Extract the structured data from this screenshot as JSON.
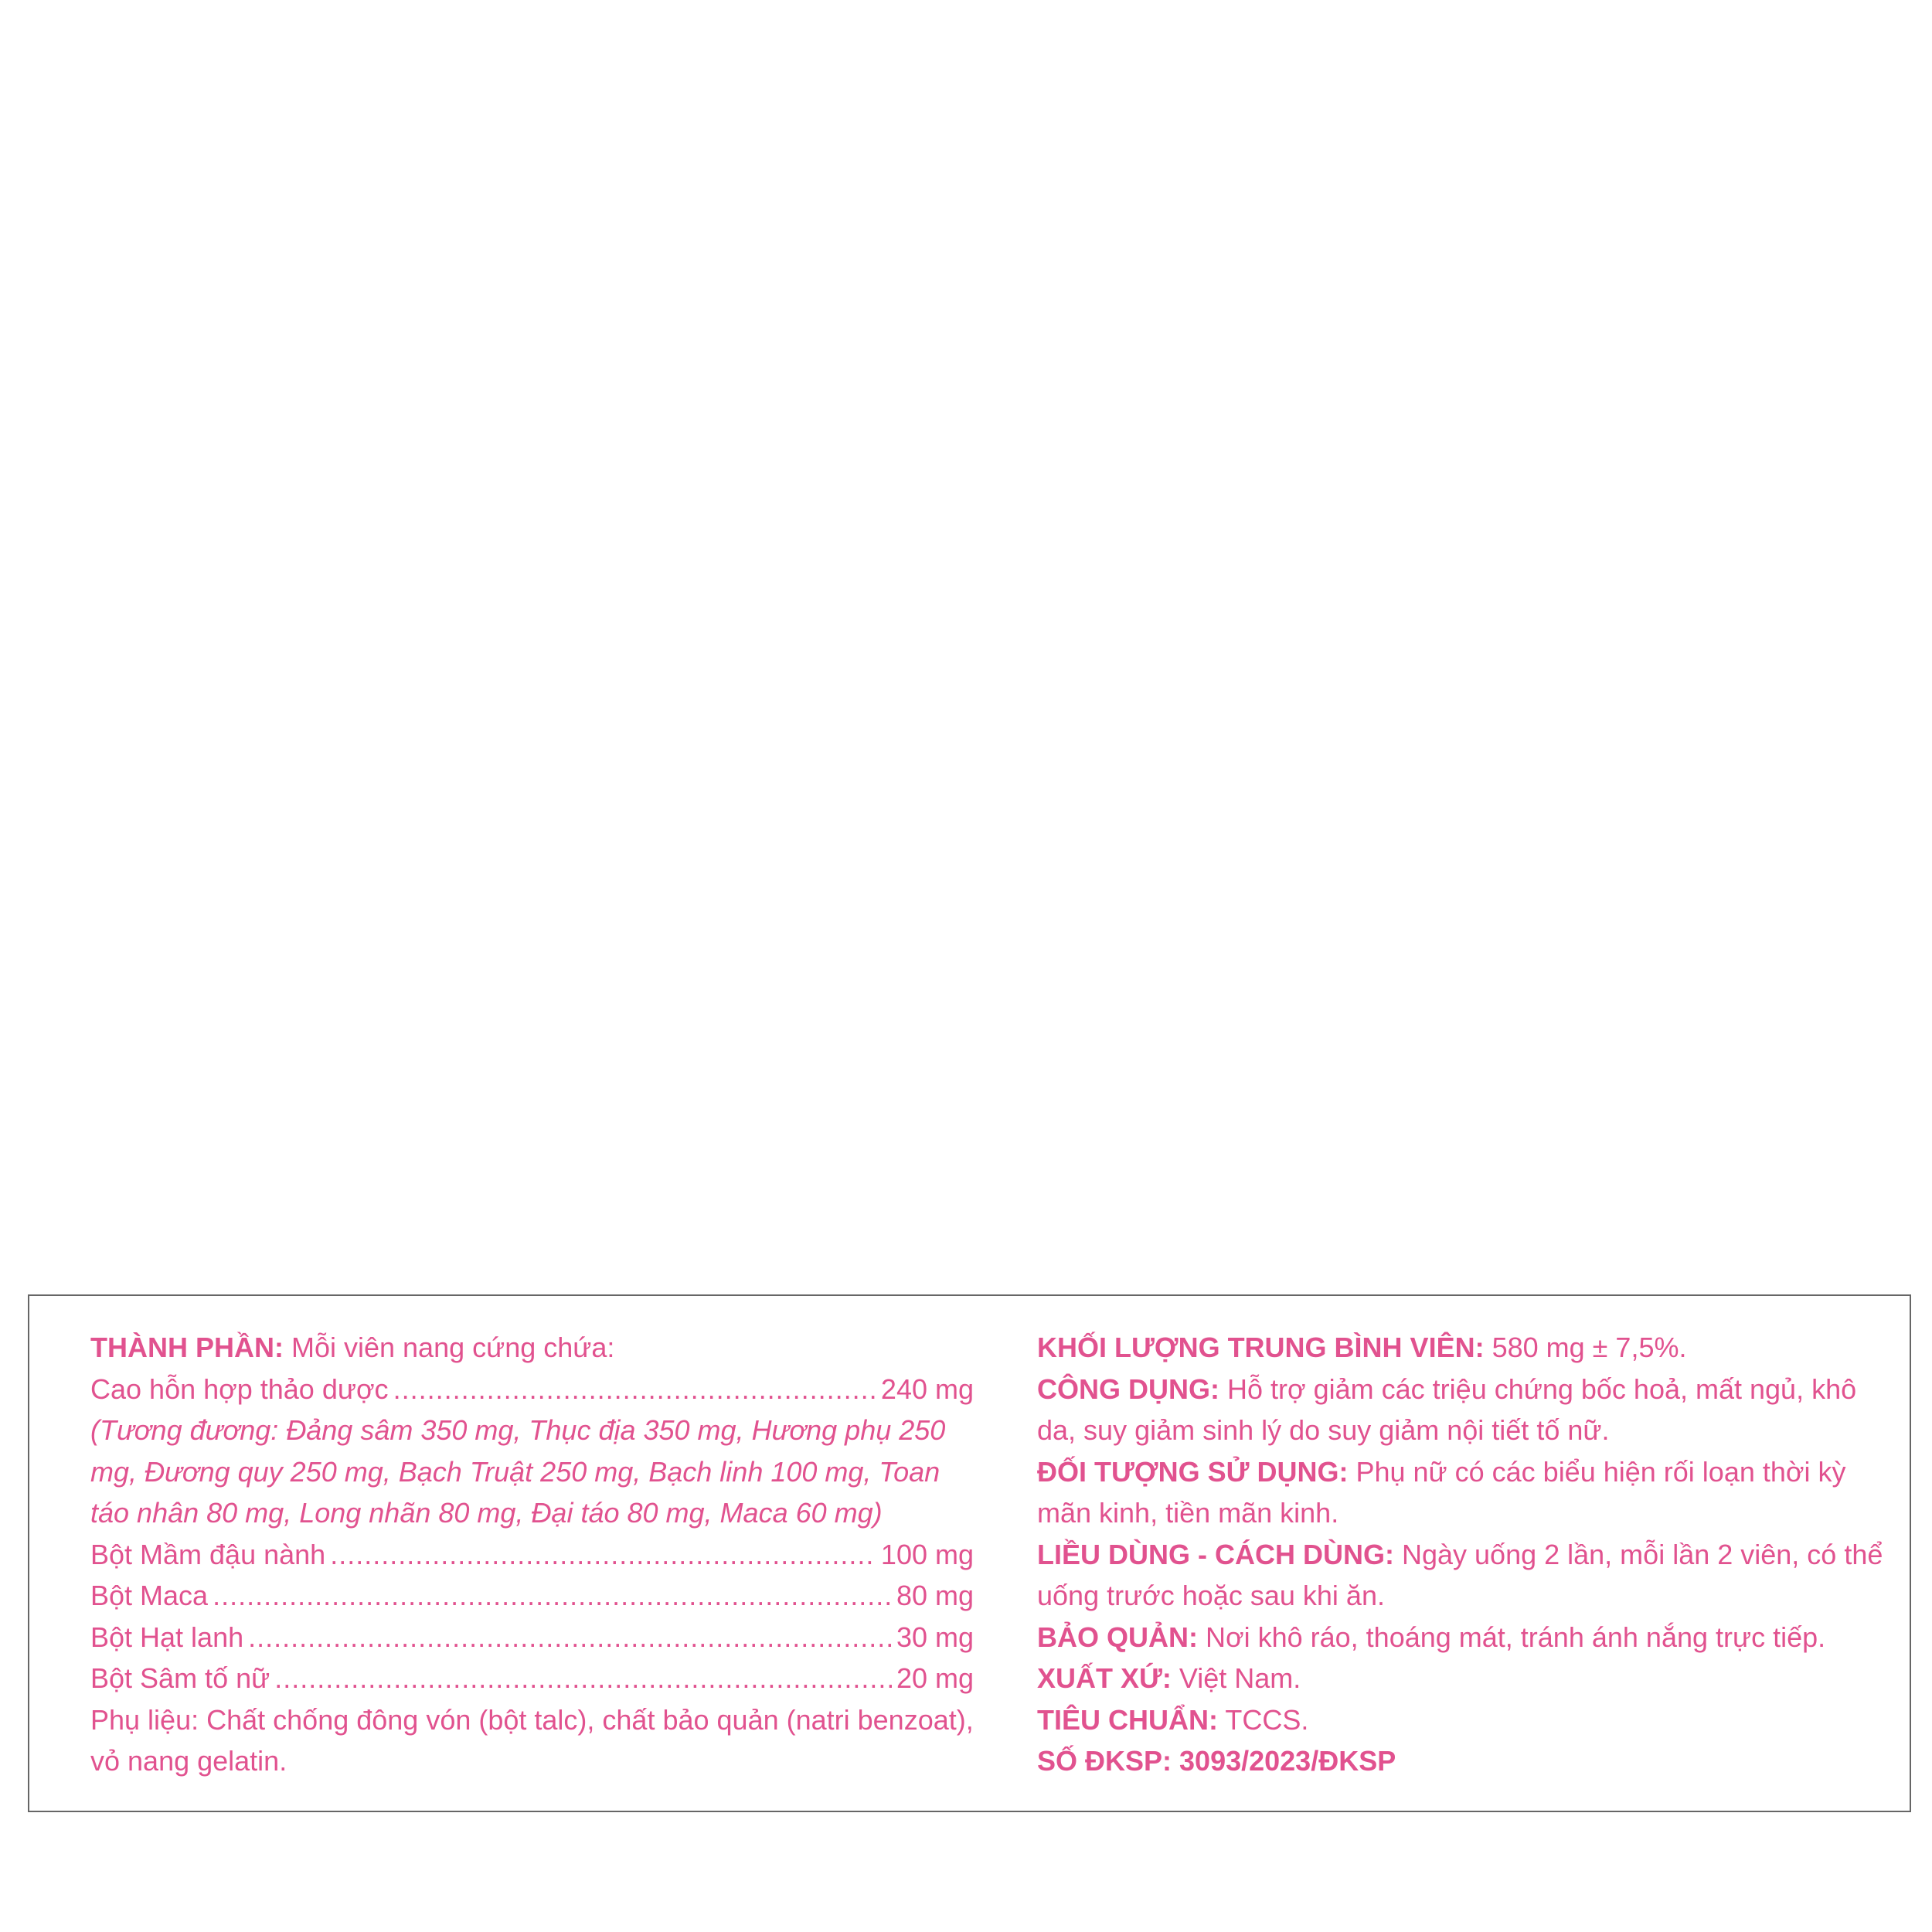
{
  "left": {
    "composition_heading": "THÀNH PHẦN:",
    "composition_intro": " Mỗi viên nang cứng chứa:",
    "herbal_extract": {
      "name": "Cao hỗn hợp thảo dược",
      "amount": "240 mg"
    },
    "equivalent_note": "(Tương đương: Đảng sâm 350 mg, Thục địa 350 mg, Hương phụ 250 mg, Đương quy 250 mg, Bạch Truật 250 mg, Bạch linh 100 mg, Toan táo nhân 80 mg, Long nhãn 80 mg, Đại táo 80 mg, Maca 60 mg)",
    "ingredients": [
      {
        "name": "Bột Mầm đậu nành",
        "amount": "100 mg"
      },
      {
        "name": "Bột Maca",
        "amount": "80 mg"
      },
      {
        "name": "Bột Hạt lanh",
        "amount": "30 mg"
      },
      {
        "name": "Bột Sâm tố nữ",
        "amount": "20 mg"
      }
    ],
    "excipients": "Phụ liệu: Chất chống đông vón (bột talc), chất bảo quản (natri benzoat), vỏ nang gelatin."
  },
  "right": {
    "weight": {
      "label": "KHỐI LƯỢNG TRUNG BÌNH VIÊN:",
      "value": " 580 mg ± 7,5%."
    },
    "uses": {
      "label": "CÔNG DỤNG:",
      "value": " Hỗ trợ giảm các triệu chứng bốc hoả, mất ngủ, khô da, suy giảm sinh lý do suy giảm nội tiết tố nữ."
    },
    "target": {
      "label": "ĐỐI TƯỢNG SỬ DỤNG:",
      "value": " Phụ nữ có các biểu hiện rối loạn thời kỳ mãn kinh, tiền mãn kinh."
    },
    "dosage": {
      "label": "LIỀU DÙNG - CÁCH DÙNG:",
      "value": " Ngày uống 2 lần, mỗi lần 2 viên, có thể uống trước hoặc sau khi ăn."
    },
    "storage": {
      "label": "BẢO QUẢN:",
      "value": " Nơi khô ráo, thoáng mát, tránh ánh nắng trực tiếp."
    },
    "origin": {
      "label": "XUẤT XỨ:",
      "value": " Việt Nam."
    },
    "standard": {
      "label": "TIÊU CHUẨN:",
      "value": " TCCS."
    },
    "registration": "SỐ ĐKSP: 3093/2023/ĐKSP"
  },
  "colors": {
    "text": "#e1528f",
    "border": "#666666"
  }
}
